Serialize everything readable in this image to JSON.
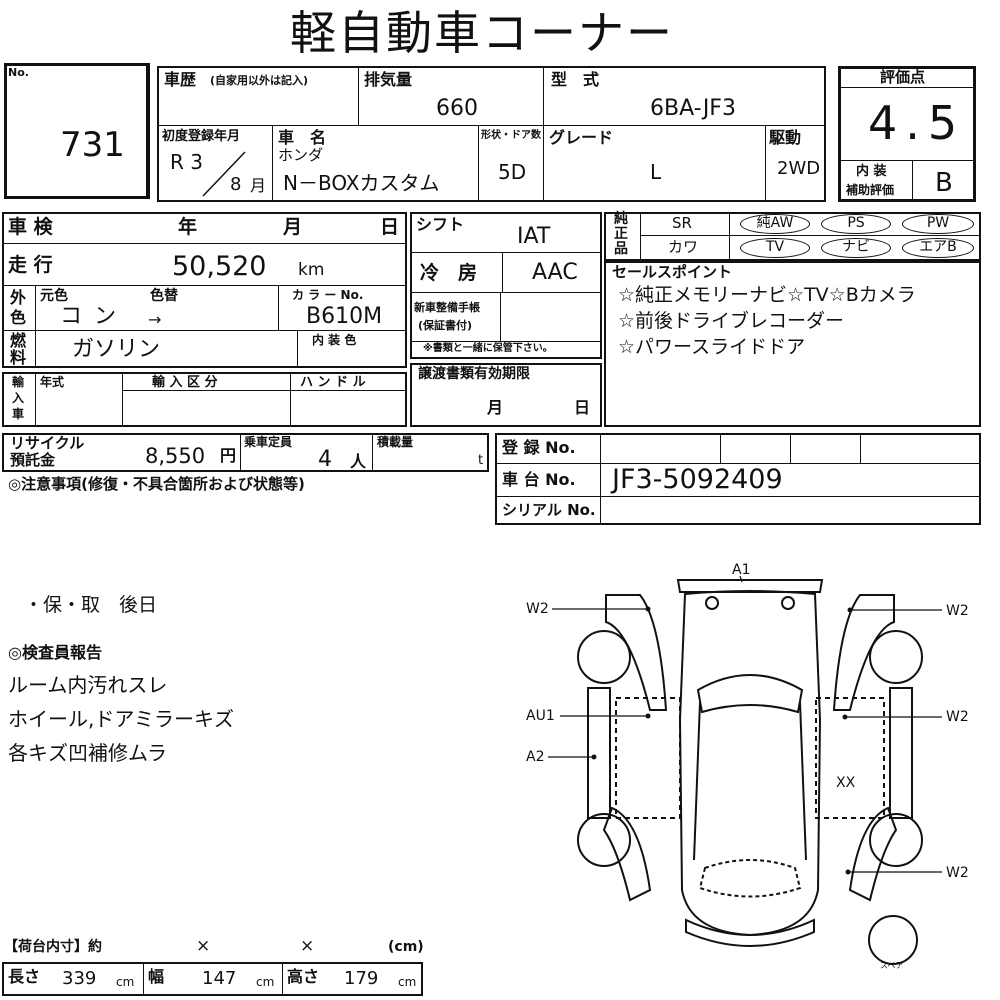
{
  "title": "軽自動車コーナー",
  "lot": {
    "label": "No.",
    "number": "731"
  },
  "history": {
    "label": "車歴",
    "note": "(自家用以外は記入)"
  },
  "displacement": {
    "label": "排気量",
    "value": "660"
  },
  "model": {
    "label": "型　式",
    "value": "6BA-JF3"
  },
  "score": {
    "label": "評価点",
    "value": "4.5",
    "interior_label_1": "内 装",
    "interior_label_2": "補助評価",
    "interior_value": "B"
  },
  "first_reg": {
    "label": "初度登録年月",
    "era": "R 3",
    "month": "8",
    "month_unit": "月"
  },
  "car_name": {
    "label": "車　名",
    "maker": "ホンダ",
    "name": "N－BOXカスタム"
  },
  "doors": {
    "label": "形状・ドア数",
    "value": "5D"
  },
  "grade": {
    "label": "グレード",
    "value": "L"
  },
  "drive": {
    "label": "駆動",
    "value": "2WD"
  },
  "inspection": {
    "label": "車 検",
    "year": "年",
    "month": "月",
    "day": "日"
  },
  "mileage": {
    "label": "走 行",
    "value": "50,520",
    "unit": "km"
  },
  "shift": {
    "label": "シフト",
    "value": "IAT"
  },
  "ac": {
    "label": "冷　房",
    "value": "AAC"
  },
  "options": {
    "label_1": "純",
    "label_2": "正",
    "label_3": "品",
    "sr": "SR",
    "awheel": "純AW",
    "ps": "PS",
    "pw": "PW",
    "leather": "カワ",
    "tv": "TV",
    "navi": "ナビ",
    "airbag": "エアB"
  },
  "color": {
    "side_1": "外",
    "side_2": "色",
    "orig_label": "元色",
    "change_label": "色替",
    "orig": "コン",
    "arrow": "→",
    "code_label": "カ ラ ー No.",
    "code": "B610M",
    "interior_label": "内 装 色"
  },
  "fuel": {
    "side_1": "燃",
    "side_2": "料",
    "value": "ガソリン"
  },
  "warranty": {
    "label_1": "新車整備手帳",
    "label_2": "(保証書付)",
    "note": "※書類と一緒に保管下さい。"
  },
  "sales_points": {
    "label": "セールスポイント",
    "items": [
      "☆純正メモリーナビ☆TV☆Bカメラ",
      "☆前後ドライブレコーダー",
      "☆パワースライドドア"
    ]
  },
  "import": {
    "side_1": "輸",
    "side_2": "入",
    "side_3": "車",
    "year_label": "年式",
    "class_label": "輸 入 区 分",
    "handle_label": "ハ ン ド ル"
  },
  "transfer": {
    "label": "譲渡書類有効期限",
    "month": "月",
    "day": "日"
  },
  "recycle": {
    "label_1": "リサイクル",
    "label_2": "預託金",
    "value": "8,550",
    "unit": "円"
  },
  "capacity": {
    "label": "乗車定員",
    "value": "4",
    "unit": "人"
  },
  "load": {
    "label": "積載量",
    "unit": "t"
  },
  "registration": {
    "label": "登 録 No."
  },
  "chassis": {
    "label": "車 台 No.",
    "value": "JF3-5092409"
  },
  "serial": {
    "label": "シリアル No."
  },
  "caution": {
    "label": "◎注意事項(修復・不具合箇所および状態等)"
  },
  "note_line": "・保・取　後日",
  "inspector": {
    "label": "◎検査員報告",
    "lines": [
      "ルーム内汚れスレ",
      "ホイール,ドアミラーキズ",
      "各キズ凹補修ムラ"
    ]
  },
  "diagram": {
    "marks": {
      "a1": "A1",
      "w2_left": "W2",
      "w2_right_top": "W2",
      "au1": "AU1",
      "w2_right_mid": "W2",
      "a2": "A2",
      "xx": "XX",
      "w2_right_bot": "W2"
    },
    "spare": "スペア"
  },
  "cargo": {
    "label": "【荷台内寸】約",
    "x1": "×",
    "x2": "×",
    "unit_label": "(cm)",
    "length_label": "長さ",
    "length": "339",
    "width_label": "幅",
    "width": "147",
    "height_label": "高さ",
    "height": "179",
    "unit": "cm"
  }
}
